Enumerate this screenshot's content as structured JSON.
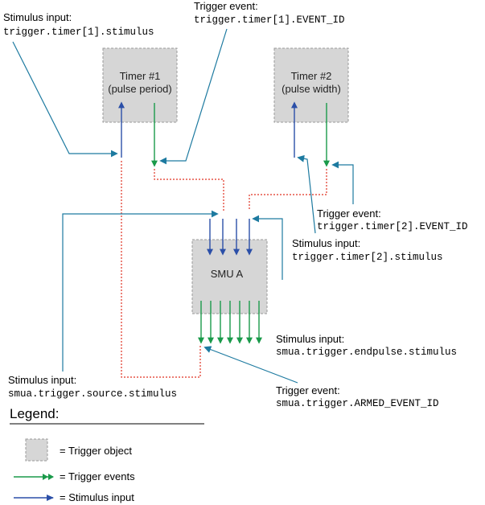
{
  "colors": {
    "trigger_event": "#1a9a4a",
    "stimulus": "#2b4fa8",
    "connector": "#1d7aa0",
    "trigger_link": "#e03020",
    "box_fill": "#d6d6d6",
    "box_border": "#9a9a9a"
  },
  "boxes": {
    "timer1": {
      "line1": "Timer #1",
      "line2": "(pulse period)"
    },
    "timer2": {
      "line1": "Timer #2",
      "line2": "(pulse width)"
    },
    "smu": {
      "label": "SMU A"
    }
  },
  "labels": {
    "t1_stim": {
      "title": "Stimulus input:",
      "code": "trigger.timer[1].stimulus"
    },
    "t1_event": {
      "title": "Trigger event:",
      "code": "trigger.timer[1].EVENT_ID"
    },
    "t2_event": {
      "title": "Trigger event:",
      "code": "trigger.timer[2].EVENT_ID"
    },
    "t2_stim": {
      "title": "Stimulus input:",
      "code": "trigger.timer[2].stimulus"
    },
    "endpulse": {
      "title": "Stimulus input:",
      "code": "smua.trigger.endpulse.stimulus"
    },
    "source": {
      "title": "Stimulus input:",
      "code": "smua.trigger.source.stimulus"
    },
    "armed": {
      "title": "Trigger event:",
      "code": "smua.trigger.ARMED_EVENT_ID"
    }
  },
  "legend": {
    "title": "Legend:",
    "object": "= Trigger object",
    "events": "= Trigger events",
    "stimulus": "= Stimulus input"
  }
}
